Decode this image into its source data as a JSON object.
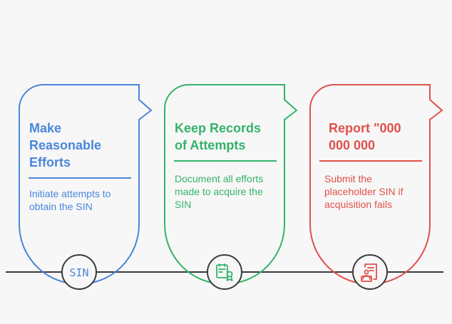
{
  "steps": [
    {
      "title": "Make\nReasonable\nEfforts",
      "description": "Initiate attempts to\nobtain the SIN",
      "icon": "sin-text-icon",
      "icon_text": "SIN",
      "color": "#4a86db"
    },
    {
      "title": "Keep Records\nof Attempts",
      "description": "Document all efforts\nmade to acquire the\nSIN",
      "icon": "document-review-icon",
      "color": "#34b36b"
    },
    {
      "title": "Report \"000\n000 000",
      "description": "Submit the\nplaceholder SIN if\nacquisition fails",
      "icon": "form-report-icon",
      "color": "#e0514b"
    }
  ],
  "timeline_color": "#3a3a3a"
}
